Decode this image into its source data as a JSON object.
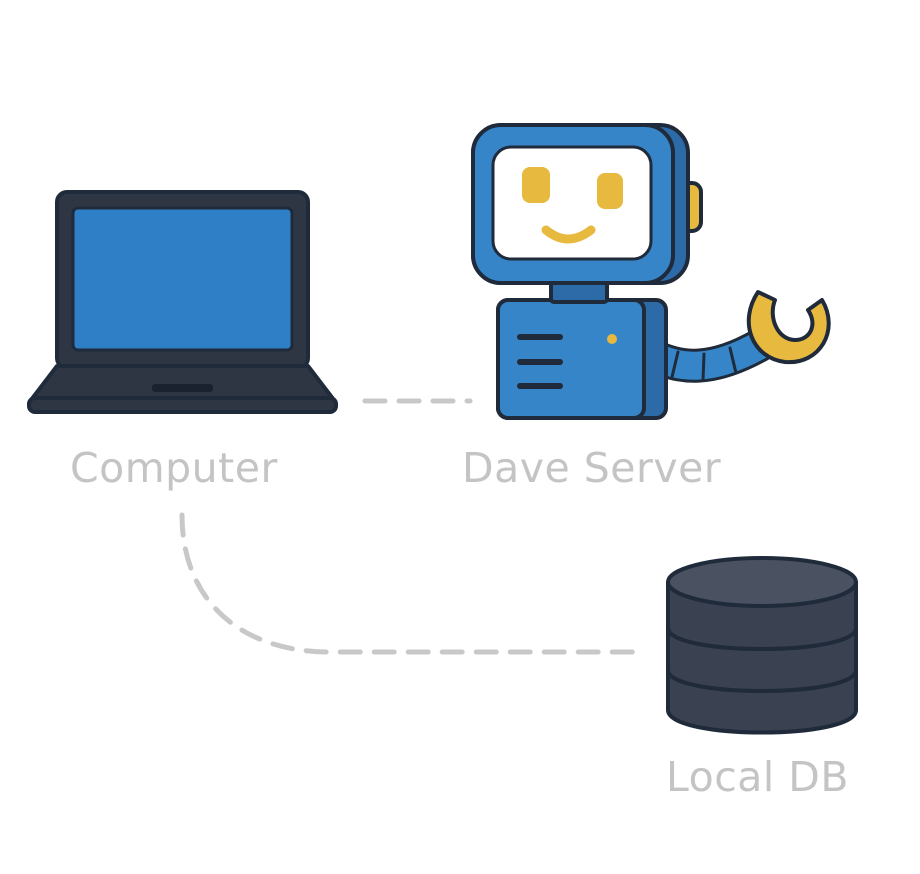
{
  "nodes": {
    "computer": {
      "label": "Computer",
      "icon": "laptop-icon"
    },
    "server": {
      "label": "Dave Server",
      "icon": "robot-icon"
    },
    "database": {
      "label": "Local DB",
      "icon": "database-icon"
    }
  },
  "edges": [
    {
      "from": "computer",
      "to": "server",
      "style": "dashed"
    },
    {
      "from": "computer",
      "to": "database",
      "style": "dashed"
    }
  ],
  "colors": {
    "label": "#c4c4c4",
    "connector": "#c8c8c8",
    "outline": "#1f2a3a",
    "dark_body": "#2e3644",
    "screen_blue": "#2f7fc6",
    "robot_blue": "#3585c8",
    "accent_yellow": "#e7b93f"
  }
}
